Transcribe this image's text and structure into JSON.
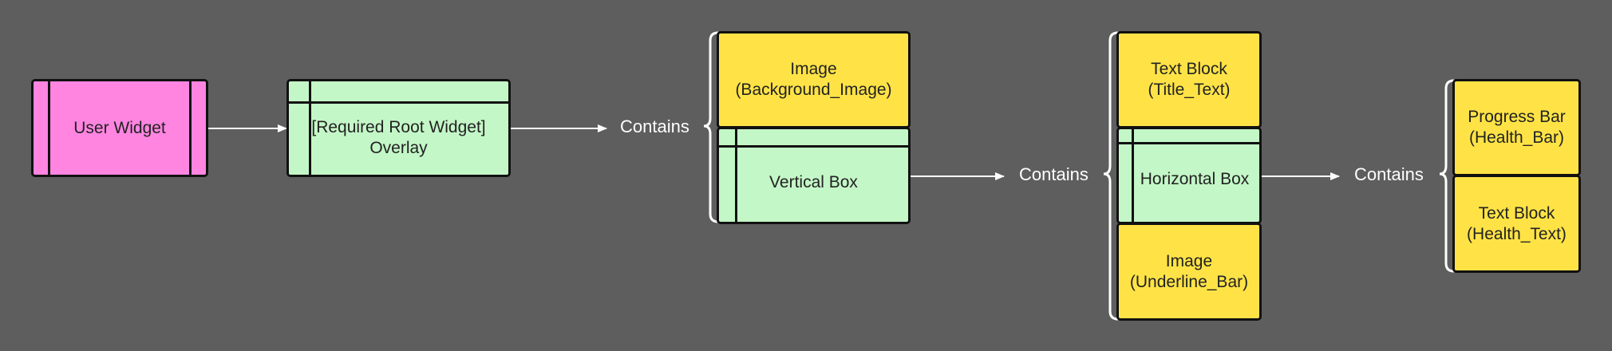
{
  "nodes": {
    "user_widget": {
      "text": "User Widget",
      "color": "#ff85e1"
    },
    "overlay": {
      "text": "[Required Root Widget]\nOverlay",
      "color": "#c4f7c7"
    },
    "background_image": {
      "text": "Image\n(Background_Image)",
      "color": "#ffe346"
    },
    "vertical_box": {
      "text": "Vertical Box",
      "color": "#c4f7c7"
    },
    "title_text": {
      "text": "Text Block\n(Title_Text)",
      "color": "#ffe346"
    },
    "horizontal_box": {
      "text": "Horizontal Box",
      "color": "#c4f7c7"
    },
    "underline_bar": {
      "text": "Image\n(Underline_Bar)",
      "color": "#ffe346"
    },
    "health_bar": {
      "text": "Progress Bar\n(Health_Bar)",
      "color": "#ffe346"
    },
    "health_text": {
      "text": "Text Block\n(Health_Text)",
      "color": "#ffe346"
    }
  },
  "labels": {
    "contains_1": "Contains",
    "contains_2": "Contains",
    "contains_3": "Contains"
  },
  "colors": {
    "background": "#5e5e5e",
    "connector": "#ffffff",
    "border": "#111111"
  }
}
